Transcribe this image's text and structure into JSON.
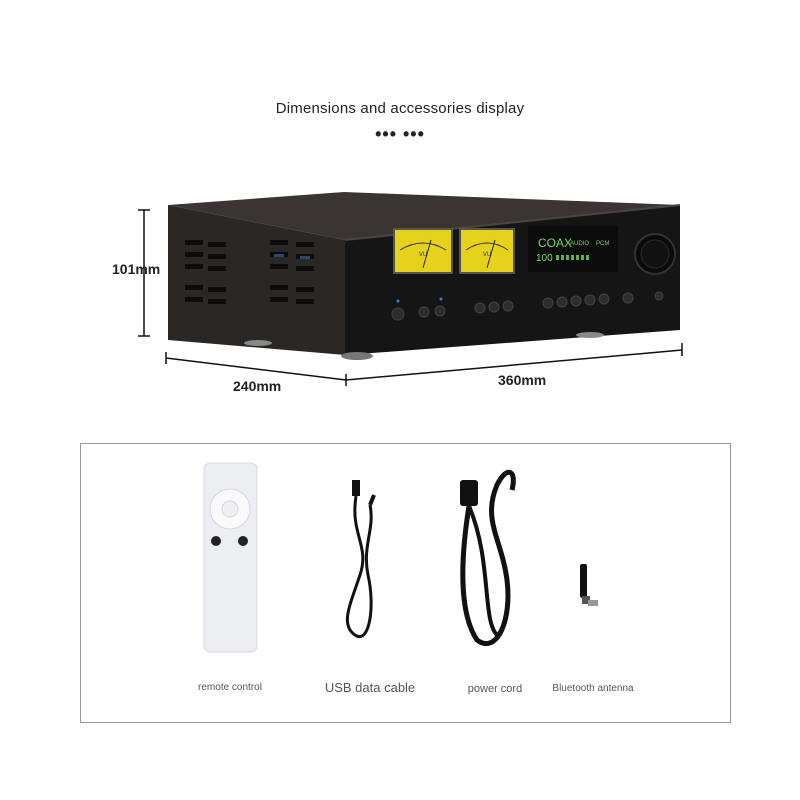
{
  "header": {
    "title": "Dimensions and accessories display",
    "dots": "••• •••"
  },
  "dimensions": {
    "height": "101mm",
    "depth": "240mm",
    "width": "360mm"
  },
  "display": {
    "line1_source": "COAX",
    "line1_mid": "AUDIO",
    "line1_right": "PCM",
    "line2_volume": "100",
    "meter_label": "VU"
  },
  "accessories": [
    {
      "label": "remote control"
    },
    {
      "label": "USB data cable"
    },
    {
      "label": "power cord"
    },
    {
      "label": "Bluetooth antenna"
    }
  ],
  "colors": {
    "chassis": "#2a2624",
    "faceplate": "#141414",
    "vu_meter": "#e6d21a",
    "display_text": "#7fd46a"
  }
}
